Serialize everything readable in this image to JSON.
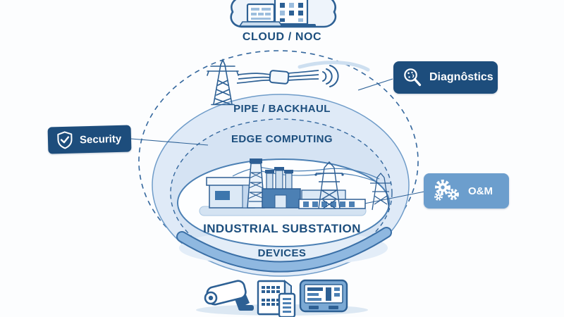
{
  "labels": {
    "cloud": "CLOUD / NOC",
    "pipe_backhaul": "PIPE / BACKHAUL",
    "edge_computing": "EDGE COMPUTING",
    "industrial_substation": "INDUSTRIAL SUBSTATION",
    "devices": "DEVICES"
  },
  "badges": {
    "security": {
      "label": "Security",
      "icon": "shield-check-icon",
      "bg": "#1d4d7c",
      "text_color": "#ffffff"
    },
    "diagnostics": {
      "label": "Diagnôstics",
      "icon": "magnifier-icon",
      "bg": "#1d4d7c",
      "text_color": "#ffffff"
    },
    "om": {
      "label": "O&M",
      "icon": "gears-icon",
      "bg": "#6c9ecd",
      "text_color": "#ffffff"
    }
  },
  "icons": {
    "top": "cloud-datacenter-icon",
    "backhaul": "transmission-tower-wireless-link-icon",
    "center": "industrial-substation-illustration",
    "bottom": [
      "cctv-camera-icon",
      "server-phone-icon",
      "hmi-monitor-icon"
    ]
  },
  "colors": {
    "accent_dark": "#1d4d7c",
    "accent_mid": "#6c9ecd",
    "outline": "#2d6094",
    "dashed_ring": "#35689e",
    "band_pipe_fill": "#dfeaf7",
    "band_edge_fill": "#d5e3f3",
    "devices_band_fill": "#e3edf8",
    "crescent_fill": "#8fb8e0",
    "crescent_edge": "#3a6fa6",
    "text": "#1c4e7d",
    "background": "#fcfdfe"
  }
}
